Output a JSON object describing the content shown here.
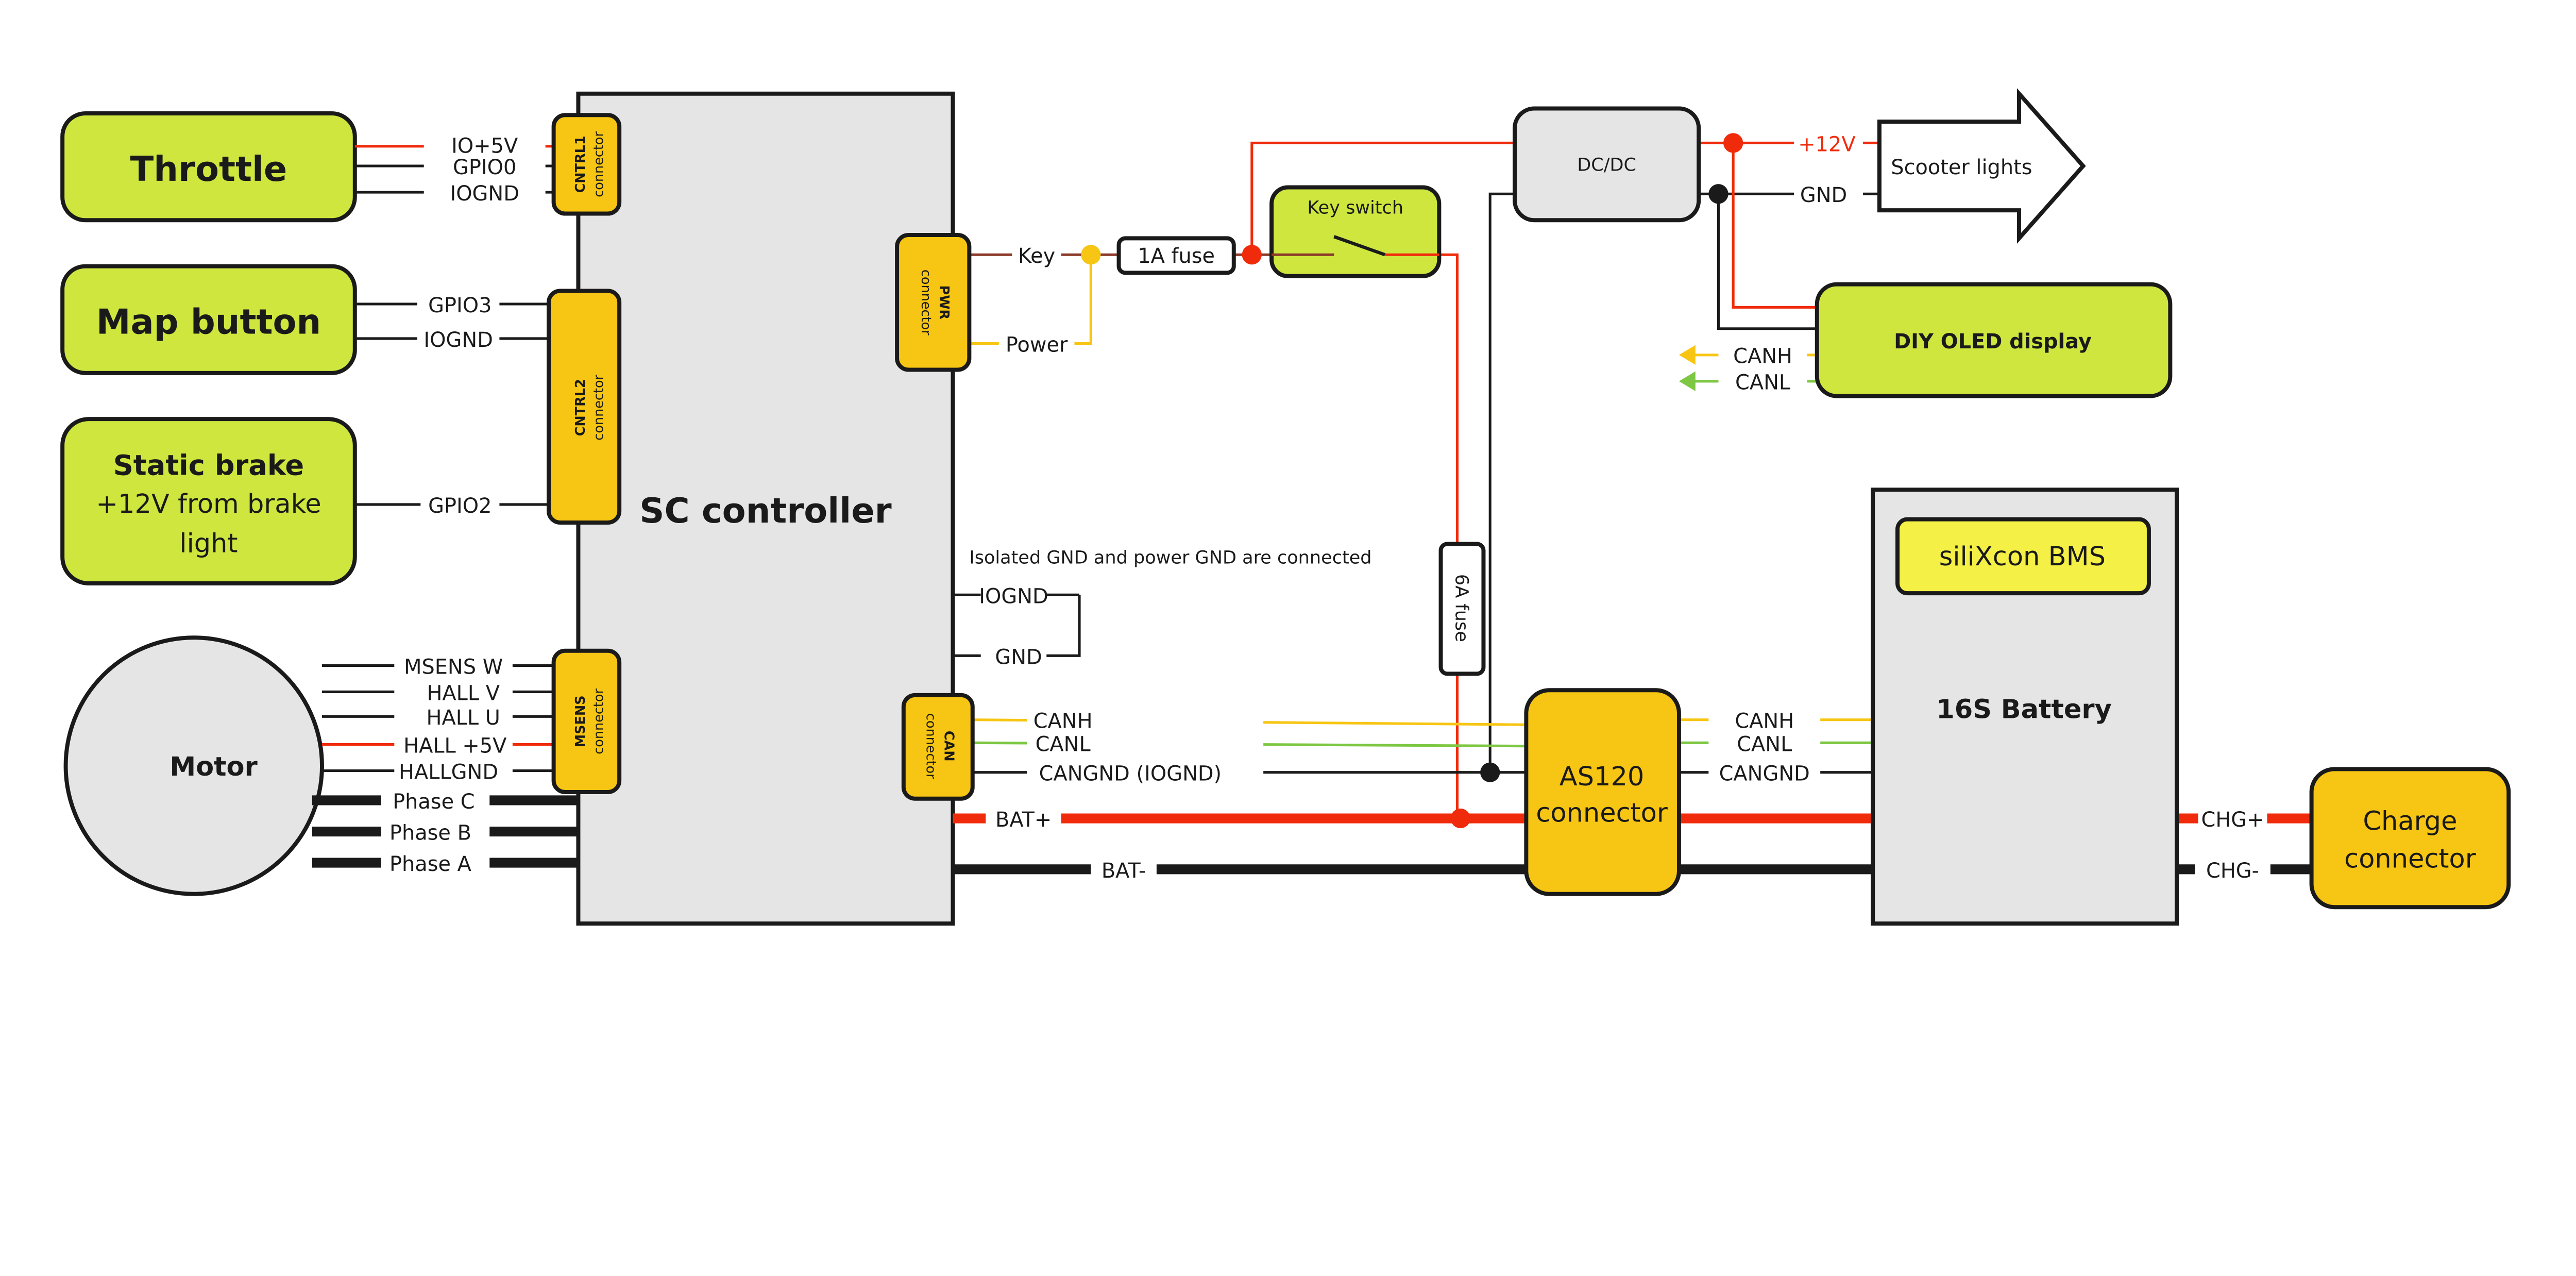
{
  "colors": {
    "device_green": "#CFE63F",
    "connector_yellow": "#F7C513",
    "controller_gray": "#E5E5E5",
    "power_red": "#F02B0B",
    "key_brown": "#8B3A2A",
    "can_h": "#F7C513",
    "can_l": "#7DC742",
    "bms_yellow": "#F5F045",
    "ground_black": "#1a1a1a"
  },
  "devices": {
    "throttle": "Throttle",
    "map_button": "Map button",
    "static_brake_title": "Static brake",
    "static_brake_line1": "+12V from brake",
    "static_brake_line2": "light",
    "motor": "Motor",
    "controller": "SC controller",
    "key_switch": "Key switch",
    "fuse_1a": "1A fuse",
    "fuse_6a": "6A fuse",
    "dcdc": "DC/DC",
    "scooter_lights": "Scooter lights",
    "oled": "DIY OLED display",
    "as120_line1": "AS120",
    "as120_line2": "connector",
    "bms": "siliXcon BMS",
    "battery": "16S Battery",
    "charge_line1": "Charge",
    "charge_line2": "connector"
  },
  "connectors": {
    "cntrl1": "CNTRL1",
    "cntrl2": "CNTRL2",
    "msens": "MSENS",
    "pwr": "PWR",
    "can": "CAN",
    "sub": "connector"
  },
  "wires": {
    "io5v": "IO+5V",
    "gpio0": "GPIO0",
    "iognd1": "IOGND",
    "gpio3": "GPIO3",
    "iognd2": "IOGND",
    "gpio2": "GPIO2",
    "msens_w": "MSENS W",
    "hall_v": "HALL V",
    "hall_u": "HALL U",
    "hall_5v": "HALL +5V",
    "hallgnd": "HALLGND",
    "phase_c": "Phase C",
    "phase_b": "Phase B",
    "phase_a": "Phase A",
    "key": "Key",
    "power": "Power",
    "plus12v": "+12V",
    "gnd_dc": "GND",
    "oled_canh": "CANH",
    "oled_canl": "CANL",
    "note": "Isolated GND and power GND are connected",
    "iognd3": "IOGND",
    "gnd3": "GND",
    "canh": "CANH",
    "canl": "CANL",
    "cangnd": "CANGND (IOGND)",
    "bat_plus": "BAT+",
    "bat_minus": "BAT-",
    "canh_r": "CANH",
    "canl_r": "CANL",
    "cangnd_r": "CANGND",
    "chg_plus": "CHG+",
    "chg_minus": "CHG-"
  }
}
